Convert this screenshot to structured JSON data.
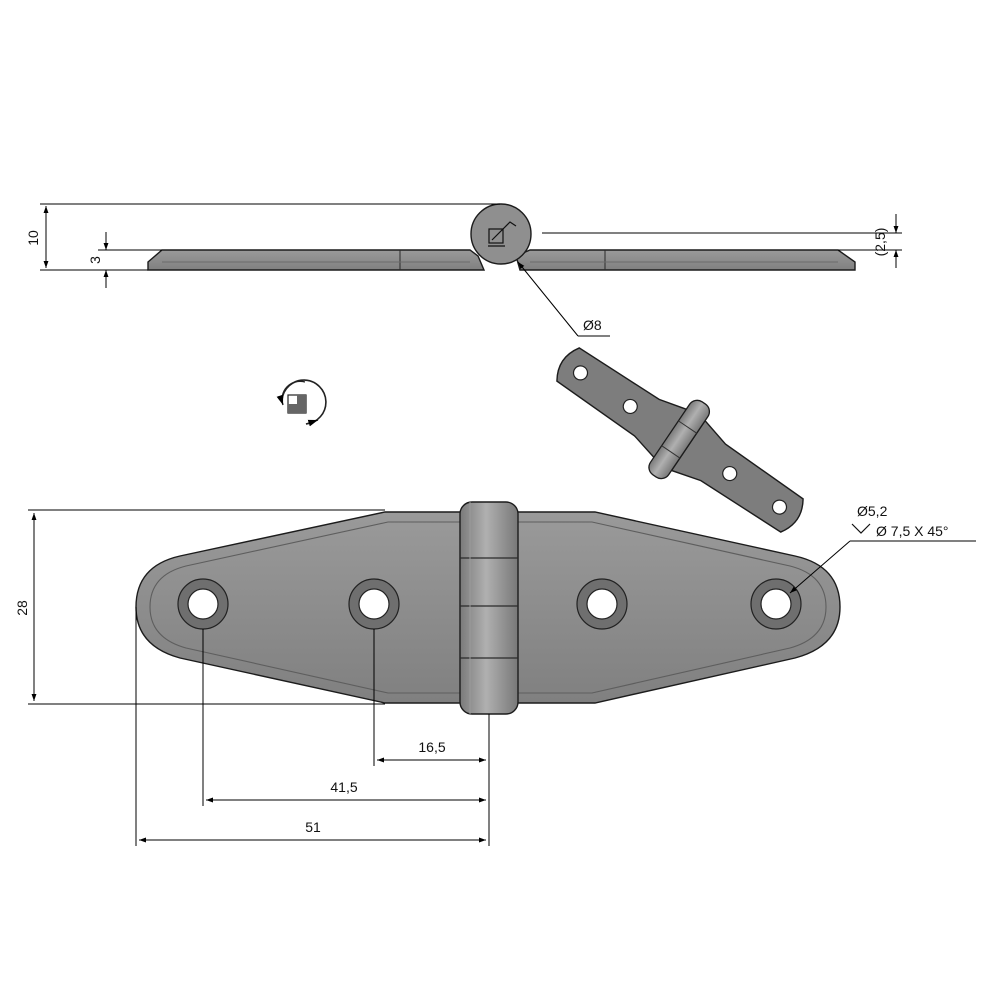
{
  "colors": {
    "part_fill": "#8e8e8e",
    "part_shade": "#7a7a7a",
    "part_light": "#a4a4a4",
    "outline": "#1c1c1c",
    "line": "#000000",
    "background": "#ffffff"
  },
  "dimensions": {
    "height_total": "10",
    "plate_thickness": "3",
    "pin_offset": "(2,5)",
    "knuckle_diameter": "Ø8",
    "hinge_width": "28",
    "hole_spacing": "16,5",
    "outer_hole_spacing": "41,5",
    "half_length": "51",
    "hole_diameter": "Ø5,2",
    "countersink": "Ø 7,5 X 45°"
  },
  "icons": {
    "view_symbol": "rotate-view-icon",
    "countersink_symbol": "countersink-v-icon"
  }
}
